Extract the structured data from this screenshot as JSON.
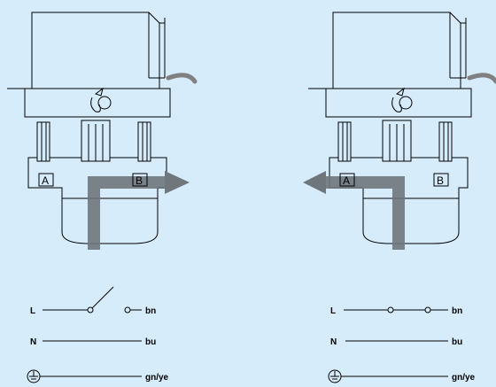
{
  "ports": {
    "a": "A",
    "b": "B"
  },
  "wiring": {
    "left": {
      "line": "L",
      "neutral": "N",
      "wire_line": "bn",
      "wire_neutral": "bu",
      "wire_earth": "gn/ye"
    },
    "right": {
      "line": "L",
      "neutral": "N",
      "wire_line": "bn",
      "wire_neutral": "bu",
      "wire_earth": "gn/ye"
    }
  },
  "colors": {
    "background": "#d6ecfb",
    "flow_arrow": "#6f767c",
    "cable": "#808080"
  },
  "icons": {
    "earth": "earth-ground-icon",
    "switch": "switch-contact-icon"
  }
}
